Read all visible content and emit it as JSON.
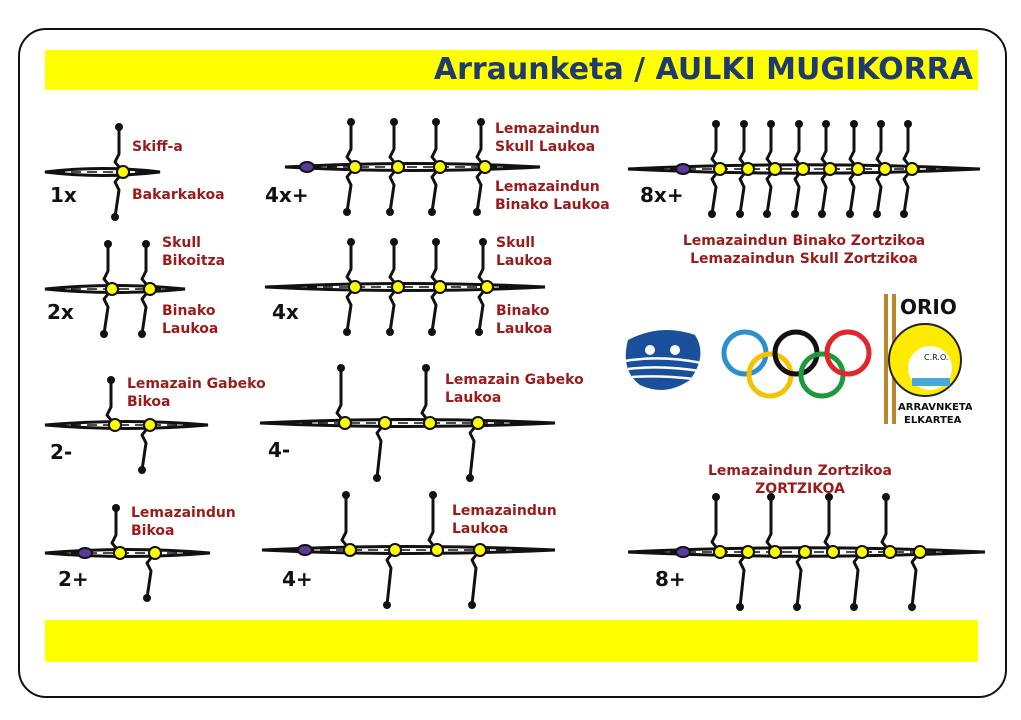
{
  "title": "Arraunketa / AULKI MUGIKORRA",
  "colors": {
    "band": "#ffff00",
    "title": "#1f3a6e",
    "label": "#9b1b1b",
    "seat": "#ffff00",
    "cox": "#5a3a9a"
  },
  "boats": {
    "b1x": {
      "code": "1x",
      "top": "Skiff-a",
      "bottom": "Bakarkakoa"
    },
    "b2x": {
      "code": "2x",
      "top1": "Skull",
      "top2": "Bikoitza",
      "bottom1": "Binako",
      "bottom2": "Laukoa"
    },
    "b2m": {
      "code": "2-",
      "top1": "Lemazain Gabeko",
      "top2": "Bikoa"
    },
    "b2p": {
      "code": "2+",
      "top1": "Lemazaindun",
      "top2": "Bikoa"
    },
    "b4xp": {
      "code": "4x+",
      "top1": "Lemazaindun",
      "top2": "Skull Laukoa",
      "bottom1": "Lemazaindun",
      "bottom2": "Binako Laukoa"
    },
    "b4x": {
      "code": "4x",
      "top1": "Skull",
      "top2": "Laukoa",
      "bottom1": "Binako",
      "bottom2": "Laukoa"
    },
    "b4m": {
      "code": "4-",
      "top1": "Lemazain Gabeko",
      "top2": "Laukoa"
    },
    "b4p": {
      "code": "4+",
      "top1": "Lemazaindun",
      "top2": "Laukoa"
    },
    "b8xp": {
      "code": "8x+",
      "line1": "Lemazaindun Binako Zortzikoa",
      "line2": "Lemazaindun Skull Zortzikoa"
    },
    "b8p": {
      "code": "8+",
      "line1": "Lemazaindun Zortzikoa",
      "line2": "ZORTZIKOA"
    }
  },
  "logos": {
    "orio_top": "ORIO",
    "orio_cro": "C.R.O.",
    "orio_bottom1": "ARRAVNKETA",
    "orio_bottom2": "ELKARTEA",
    "olympic_rings": [
      "blue",
      "yellow",
      "black",
      "green",
      "red"
    ]
  }
}
